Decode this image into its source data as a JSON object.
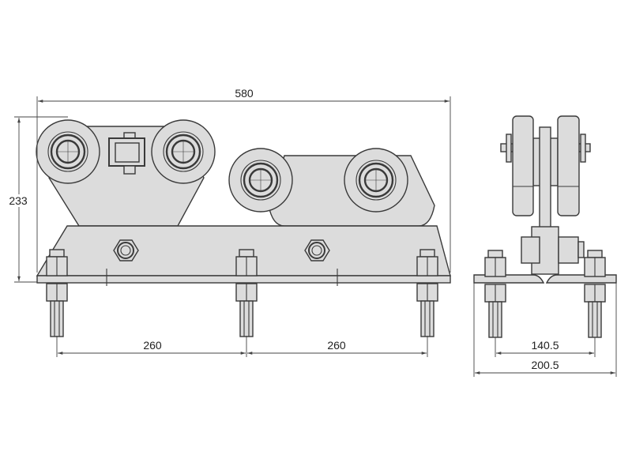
{
  "front_view": {
    "overall_length": "580",
    "overall_height": "233",
    "bolt_spacing_left": "260",
    "bolt_spacing_right": "260"
  },
  "side_view": {
    "bolt_spacing": "140.5",
    "overall_width": "200.5"
  },
  "colors": {
    "part_fill": "#dcdcdc",
    "line": "#3a3a3a",
    "background": "#ffffff"
  }
}
